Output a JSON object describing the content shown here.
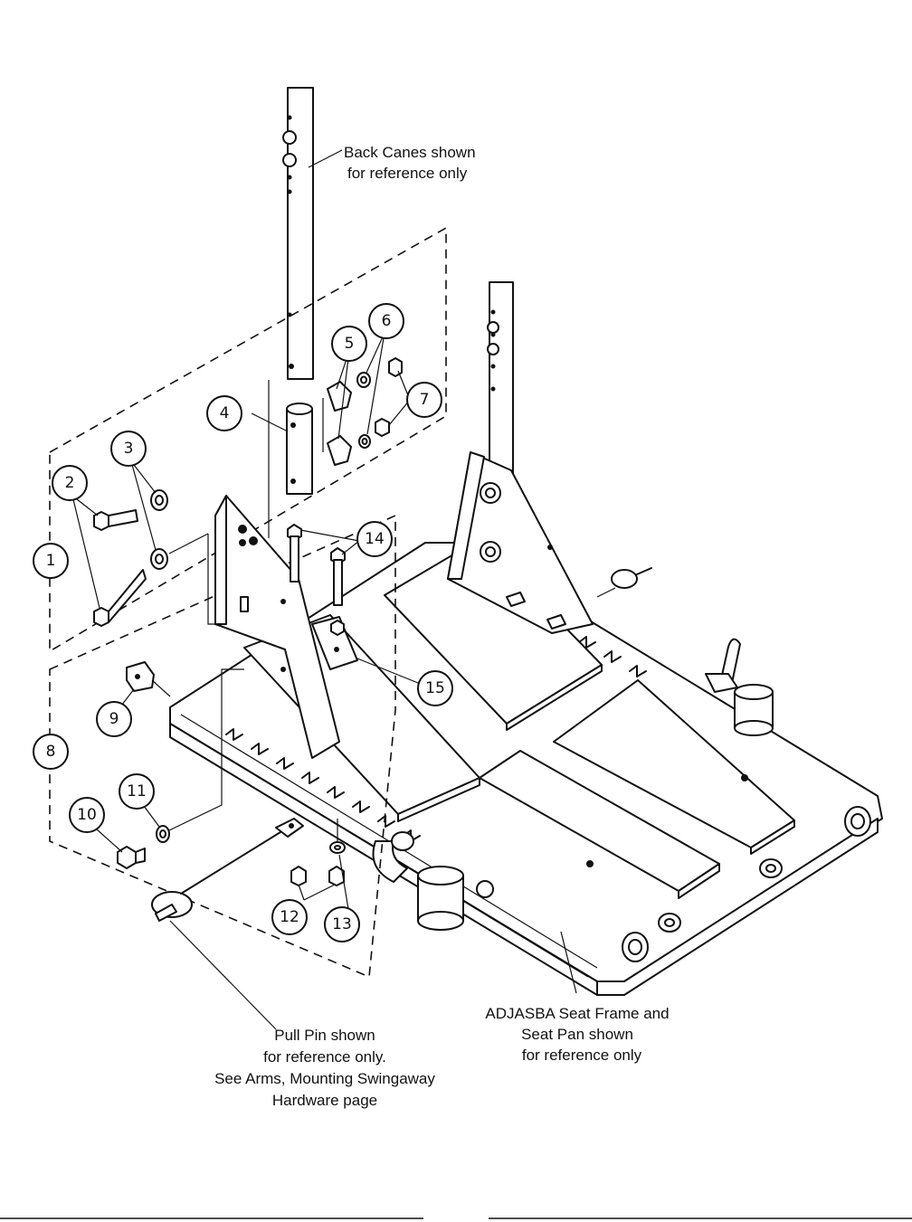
{
  "callouts": [
    "1",
    "2",
    "3",
    "4",
    "5",
    "6",
    "7",
    "8",
    "9",
    "10",
    "11",
    "12",
    "13",
    "14",
    "15"
  ],
  "notes": {
    "back_canes": [
      "Back Canes shown",
      "for reference only"
    ],
    "pull_pin": [
      "Pull Pin shown",
      "for reference only.",
      "See Arms, Mounting Swingaway",
      "Hardware page"
    ],
    "seat_frame": [
      "ADJASBA Seat Frame and",
      "Seat Pan shown",
      "for reference only"
    ]
  }
}
